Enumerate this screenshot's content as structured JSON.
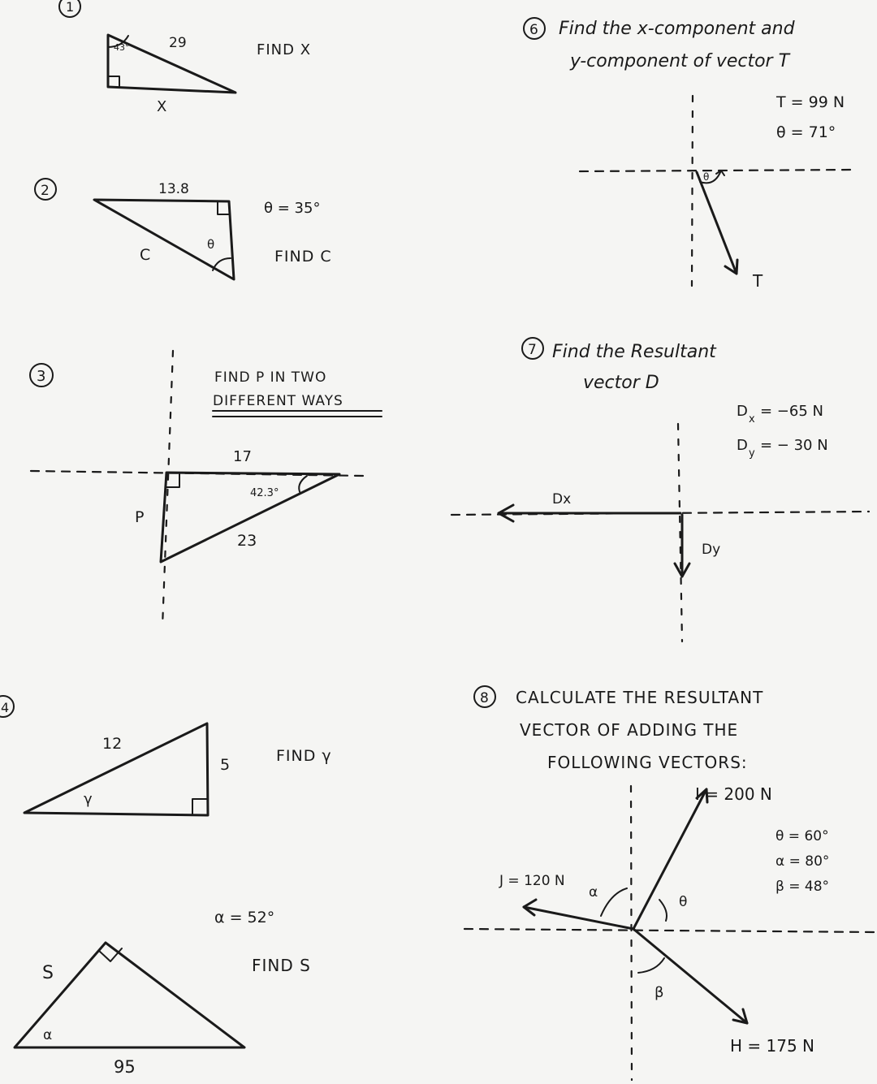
{
  "problems": {
    "p1": {
      "number": "1",
      "angle": "43°",
      "hyp": "29",
      "side": "X",
      "task": "FIND  X"
    },
    "p2": {
      "number": "2",
      "top": "13.8",
      "hyp": "C",
      "angle_sym": "θ",
      "given": "θ = 35°",
      "task": "FIND  C"
    },
    "p3": {
      "number": "3",
      "task_line1": "FIND  P  IN  TWO",
      "task_line2": "DIFFERENT  WAYS",
      "top": "17",
      "angle": "42.3°",
      "hyp": "23",
      "side": "P"
    },
    "p4": {
      "number": "4",
      "hyp": "12",
      "side": "5",
      "angle_sym": "γ",
      "task": "FIND γ"
    },
    "p5": {
      "given": "α = 52°",
      "task": "FIND  S",
      "side": "S",
      "base": "95",
      "angle_sym": "α"
    },
    "p6": {
      "number": "6",
      "task_line1": "Find the x-component and",
      "task_line2": "y-component of vector T",
      "given1": "T = 99 N",
      "given2": "θ = 71°",
      "vector": "T",
      "angle_sym": "θ"
    },
    "p7": {
      "number": "7",
      "task_line1": "Find the Resultant",
      "task_line2": "vector D",
      "given1": "D",
      "given1_sub": "x",
      "given1_val": "= −65 N",
      "given2": "D",
      "given2_sub": "y",
      "given2_val": "= − 30 N",
      "dx": "Dx",
      "dy": "Dy"
    },
    "p8": {
      "number": "8",
      "task_line1": "CALCULATE  THE  RESULTANT",
      "task_line2": "VECTOR  OF  ADDING  THE",
      "task_line3": "FOLLOWING  VECTORS:",
      "I": "I = 200 N",
      "J": "J = 120 N",
      "H": "H = 175  N",
      "given1": "θ = 60°",
      "given2": "α = 80°",
      "given3": "β = 48°",
      "alpha": "α",
      "theta": "θ",
      "beta": "β"
    }
  }
}
